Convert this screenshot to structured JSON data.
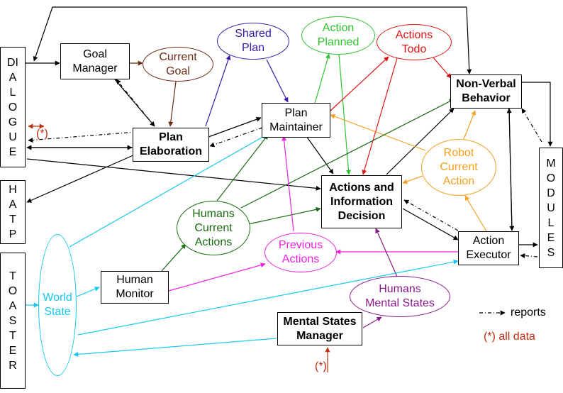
{
  "side_panels": {
    "dialogue": "DIALOGUE",
    "hatp": "HATP",
    "toaster": "TOASTER",
    "modules": "MODULES"
  },
  "boxes": {
    "goal_manager": "Goal\nManager",
    "plan_elaboration": "Plan\nElaboration",
    "plan_maintainer": "Plan\nMaintainer",
    "non_verbal_behavior": "Non-Verbal\nBehavior",
    "actions_info_decision": "Actions and\nInformation\nDecision",
    "action_executor": "Action\nExecutor",
    "human_monitor": "Human\nMonitor",
    "mental_states_manager": "Mental States\nManager"
  },
  "ellipses": {
    "current_goal": "Current\nGoal",
    "shared_plan": "Shared\nPlan",
    "action_planned": "Action\nPlanned",
    "actions_todo": "Actions\nTodo",
    "robot_current_action": "Robot\nCurrent\nAction",
    "humans_current_actions": "Humans\nCurrent\nActions",
    "previous_actions": "Previous\nActions",
    "humans_mental_states": "Humans\nMental States",
    "world_state": "World\nState"
  },
  "annotations": {
    "all_data_marker_dialogue": "(*)",
    "all_data_marker_msm": "(*)"
  },
  "legend": {
    "reports_label": "reports",
    "all_data_label": "(*) all data"
  },
  "colors": {
    "black": "#000000",
    "brown": "#6b2a14",
    "purple": "#3a1aa8",
    "green": "#2fc42f",
    "red": "#e01414",
    "orange": "#f5a020",
    "darkgreen": "#1a6a12",
    "magenta": "#f020e0",
    "violet": "#8a1a8a",
    "cyan": "#16c8f0",
    "annotation_red": "#c03010"
  }
}
